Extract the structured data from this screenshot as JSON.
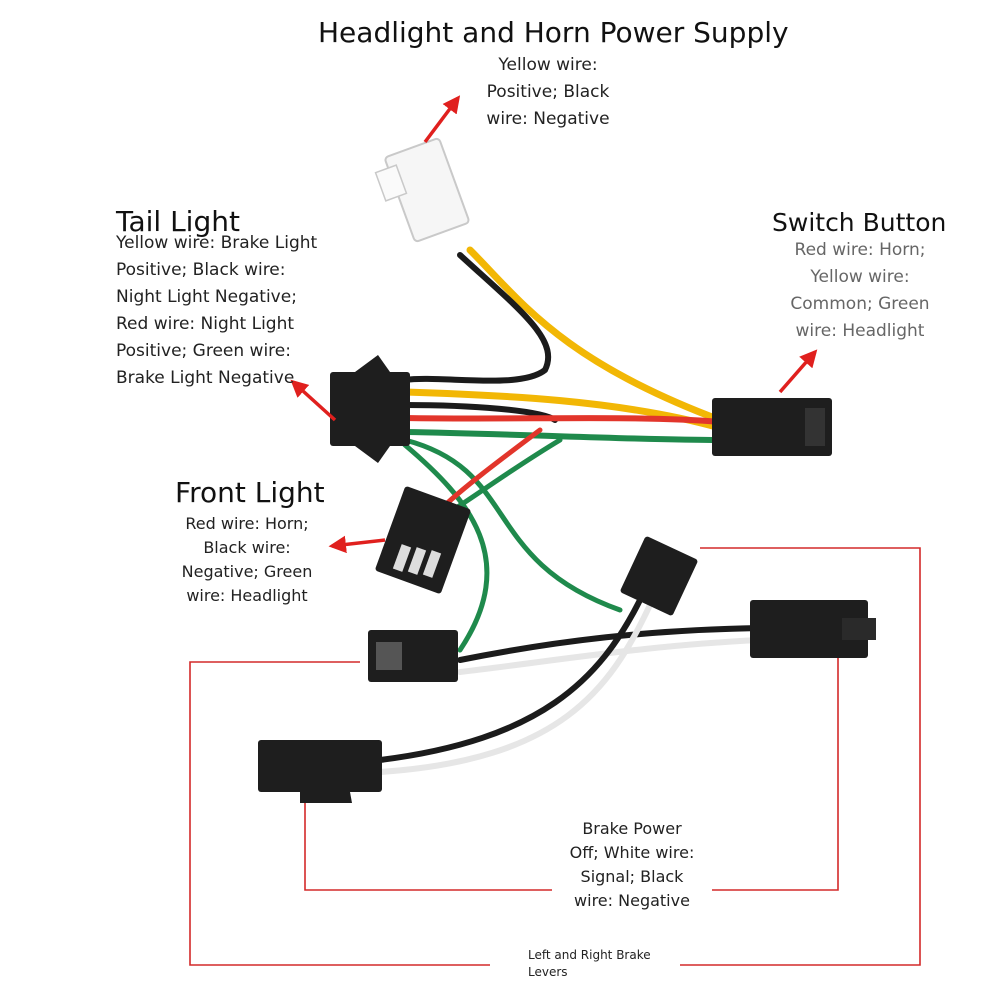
{
  "headlight_horn": {
    "title": "Headlight and Horn Power Supply",
    "desc": "Yellow wire:\nPositive; Black\nwire: Negative"
  },
  "tail_light": {
    "title": "Tail Light",
    "desc": "Yellow wire: Brake Light\nPositive; Black wire:\nNight Light Negative;\nRed wire: Night Light\nPositive; Green wire:\nBrake Light Negative"
  },
  "switch_button": {
    "title": "Switch Button",
    "desc": "Red wire: Horn;\nYellow wire:\nCommon; Green\nwire: Headlight"
  },
  "front_light": {
    "title": "Front Light",
    "desc": "Red wire: Horn;\nBlack wire:\nNegative; Green\nwire: Headlight"
  },
  "brake_power": {
    "desc": "Brake Power\nOff; White wire:\nSignal; Black\nwire: Negative"
  },
  "brake_levers": {
    "desc": "Left and Right Brake\nLevers"
  },
  "colors": {
    "arrow": "#e0201e",
    "bracket": "#d42a2a",
    "wire_yellow": "#f2b705",
    "wire_red": "#e2352b",
    "wire_green": "#1f8a4c",
    "wire_black": "#1b1b1b",
    "wire_white": "#f4f4f4",
    "connector": "#1e1e1e"
  }
}
